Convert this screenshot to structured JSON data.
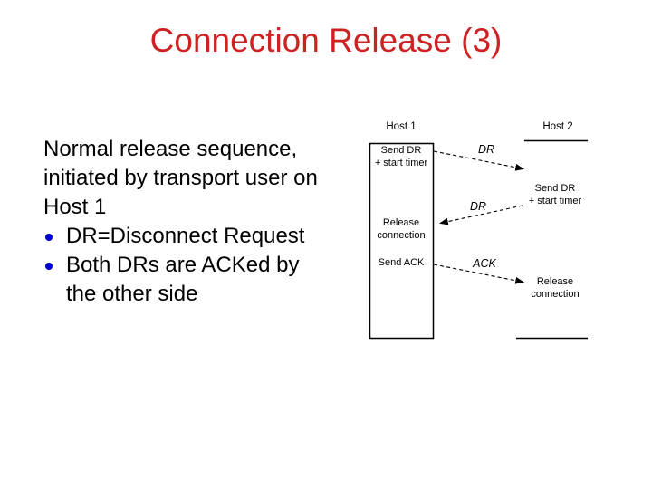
{
  "slide": {
    "title": "Connection Release (3)",
    "title_color": "#cc2222",
    "background_color": "#ffffff",
    "bullet_color": "#0000cc"
  },
  "body": {
    "intro_lines": [
      "Normal release sequence,",
      "initiated by transport user on",
      "Host 1"
    ],
    "bullets": [
      {
        "lines": [
          "DR=Disconnect Request"
        ]
      },
      {
        "lines": [
          "Both DRs are ACKed by",
          "the other side"
        ]
      }
    ]
  },
  "diagram": {
    "host1_label": "Host 1",
    "host2_label": "Host 2",
    "host1_events": {
      "send_dr": "Send DR\n+ start timer",
      "release": "Release\nconnection",
      "send_ack": "Send ACK"
    },
    "host2_events": {
      "send_dr": "Send DR\n+ start timer",
      "release": "Release\nconnection"
    },
    "messages": [
      "DR",
      "DR",
      "ACK"
    ]
  }
}
